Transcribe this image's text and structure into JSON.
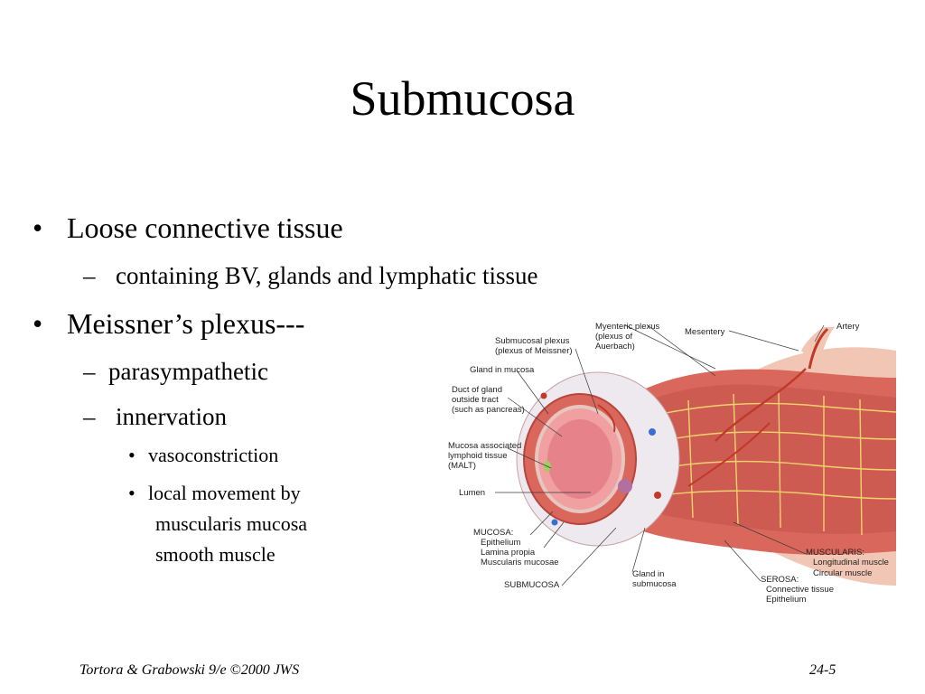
{
  "slide": {
    "title": "Submucosa",
    "bullets": [
      {
        "marker": "•",
        "text": "Loose connective tissue"
      },
      {
        "marker": "–",
        "text": "containing BV, glands and lymphatic tissue"
      },
      {
        "marker": "•",
        "text": "Meissner’s plexus---"
      },
      {
        "marker": "–",
        "text": "parasympathetic"
      },
      {
        "marker": "–",
        "text": "innervation"
      },
      {
        "marker": "•",
        "text": "vasoconstriction"
      },
      {
        "marker": "•",
        "text": "local movement by"
      },
      {
        "marker": "",
        "text": "muscularis mucosa"
      },
      {
        "marker": "",
        "text": "smooth muscle"
      }
    ],
    "footer_left": "Tortora & Grabowski 9/e ©2000 JWS",
    "footer_right": "24-5"
  },
  "figure": {
    "labels": {
      "myenteric_1": "Myenteric plexus",
      "myenteric_2": "(plexus of",
      "myenteric_3": "Auerbach)",
      "mesentery": "Mesentery",
      "artery": "Artery",
      "submucosal_plexus_1": "Submucosal plexus",
      "submucosal_plexus_2": "(plexus of Meissner)",
      "gland_mucosa": "Gland in mucosa",
      "duct_1": "Duct of gland",
      "duct_2": "outside tract",
      "duct_3": "(such as pancreas)",
      "malt_1": "Mucosa associated",
      "malt_2": "lymphoid tissue",
      "malt_3": "(MALT)",
      "lumen": "Lumen",
      "mucosa_head": "MUCOSA:",
      "epithelium": "Epithelium",
      "lamina_propria": "Lamina propia",
      "muscularis_mucosae": "Muscularis mucosae",
      "submucosa_head": "SUBMUCOSA",
      "gland_submucosa_1": "Gland in",
      "gland_submucosa_2": "submucosa",
      "muscularis_head": "MUSCULARIS:",
      "longitudinal": "Longitudinal muscle",
      "circular": "Circular muscle",
      "serosa_head": "SEROSA:",
      "serosa_ct": "Connective tissue",
      "serosa_epi": "Epithelium"
    },
    "colors": {
      "muscle": "#d9675c",
      "muscle_dark": "#b8453e",
      "serosa": "#f2c6b4",
      "submucosa": "#eee9ee",
      "lumen": "#e6828a",
      "nerve": "#f2d36b",
      "vessel": "#c0392b"
    }
  }
}
